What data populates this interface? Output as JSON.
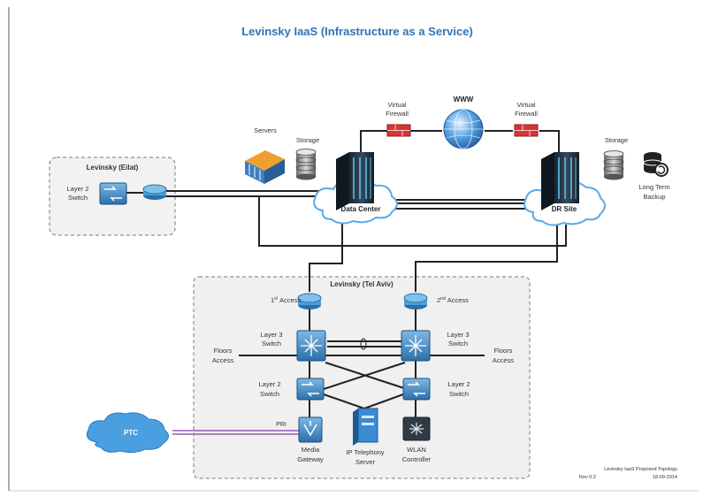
{
  "title": "Levinsky IaaS (Infrastructure as a Service)",
  "colors": {
    "title": "#2e74b5",
    "router": "#4a9fd8",
    "firewall": "#d93434",
    "pri": "#9b59b6",
    "cloud": "#5aa9e6"
  },
  "eilat": {
    "group_label": "Levinsky (Eilat)",
    "switch_label_line1": "Layer 2",
    "switch_label_line2": "Switch"
  },
  "datacenter": {
    "label": "Data Center",
    "servers_label": "Servers",
    "storage_label": "Storage"
  },
  "internet": {
    "www_label": "WWW",
    "fw_left_line1": "Virtual",
    "fw_left_line2": "Firewall",
    "fw_right_line1": "Virtual",
    "fw_right_line2": "Firewall"
  },
  "drsite": {
    "label": "DR Site",
    "storage_label": "Storage",
    "backup_line1": "Long Term",
    "backup_line2": "Backup"
  },
  "telaviv": {
    "group_label": "Levinsky (Tel Aviv)",
    "access1_num": "1",
    "access1_sup": "st",
    "access1_word": "Access",
    "access2_num": "2",
    "access2_sup": "nd",
    "access2_word": "Access",
    "l3_left_line1": "Layer 3",
    "l3_left_line2": "Switch",
    "l3_right_line1": "Layer 3",
    "l3_right_line2": "Switch",
    "floors_left_line1": "Floors",
    "floors_left_line2": "Access",
    "floors_right_line1": "Floors",
    "floors_right_line2": "Access",
    "l2_left_line1": "Layer 2",
    "l2_left_line2": "Switch",
    "l2_right_line1": "Layer 2",
    "l2_right_line2": "Switch",
    "pri_label": "PRI",
    "media_line1": "Media",
    "media_line2": "Gateway",
    "ipt_line1": "IP Telephony",
    "ipt_line2": "Server",
    "wlan_line1": "WLAN",
    "wlan_line2": "Controller"
  },
  "pstn_label": "PTC",
  "footer": {
    "line1": "Levinsky IaaS Proposed Topology",
    "rev": "Rev 0.2",
    "date": "18-09-2014"
  }
}
